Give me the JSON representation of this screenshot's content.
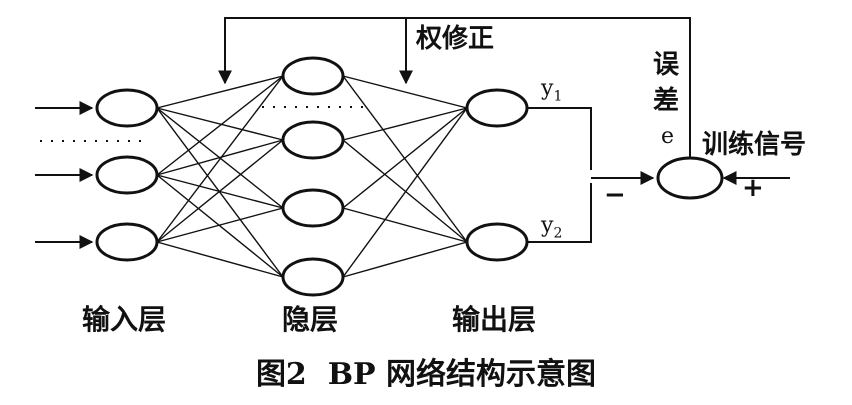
{
  "diagram": {
    "weight_correction_label": "权修正",
    "error_label_chars": [
      "误",
      "差"
    ],
    "error_symbol": "e",
    "training_signal_label": "训练信号",
    "output_labels": [
      {
        "base": "y",
        "sub": "1"
      },
      {
        "base": "y",
        "sub": "2"
      }
    ],
    "minus_sign": "−",
    "plus_sign": "+",
    "layers": {
      "input": "输入层",
      "hidden": "隐层",
      "output": "输出层"
    }
  },
  "caption": "图2  BP 网络结构示意图",
  "colors": {
    "ink": "#111111",
    "background": "#ffffff"
  }
}
